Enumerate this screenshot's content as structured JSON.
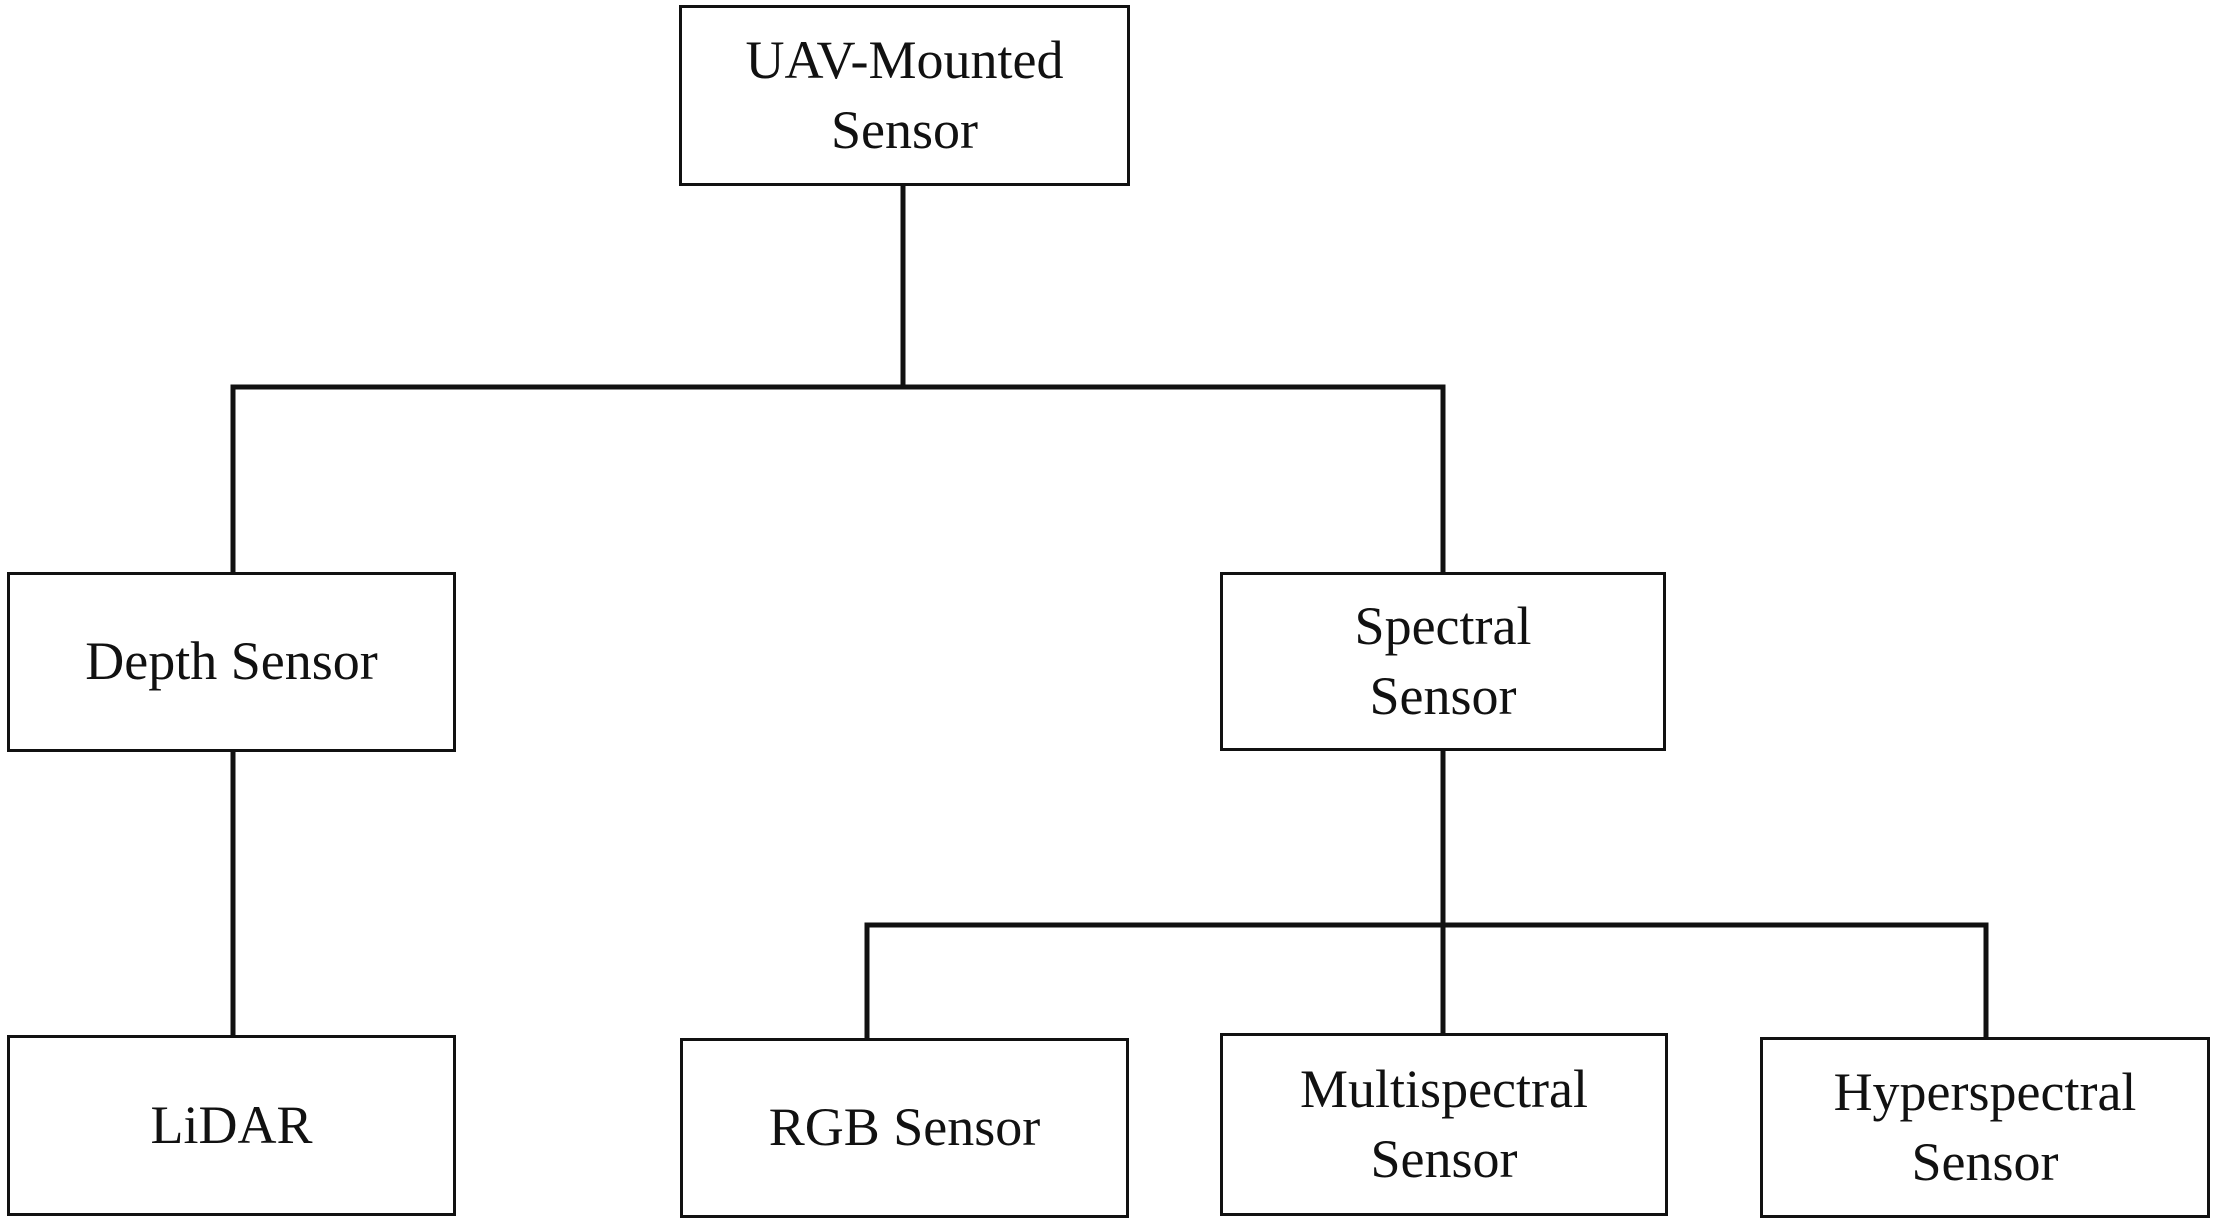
{
  "diagram": {
    "root": {
      "lines": [
        "UAV-Mounted",
        "Sensor"
      ]
    },
    "depth_sensor": {
      "lines": [
        "Depth Sensor"
      ]
    },
    "spectral_sensor": {
      "lines": [
        "Spectral",
        "Sensor"
      ]
    },
    "lidar": {
      "lines": [
        "LiDAR"
      ]
    },
    "rgb_sensor": {
      "lines": [
        "RGB Sensor"
      ]
    },
    "multispectral_sensor": {
      "lines": [
        "Multispectral",
        "Sensor"
      ]
    },
    "hyperspectral_sensor": {
      "lines": [
        "Hyperspectral",
        "Sensor"
      ]
    },
    "edges": [
      [
        "UAV-Mounted Sensor",
        "Depth Sensor"
      ],
      [
        "UAV-Mounted Sensor",
        "Spectral Sensor"
      ],
      [
        "Depth Sensor",
        "LiDAR"
      ],
      [
        "Spectral Sensor",
        "RGB Sensor"
      ],
      [
        "Spectral Sensor",
        "Multispectral Sensor"
      ],
      [
        "Spectral Sensor",
        "Hyperspectral Sensor"
      ]
    ]
  }
}
